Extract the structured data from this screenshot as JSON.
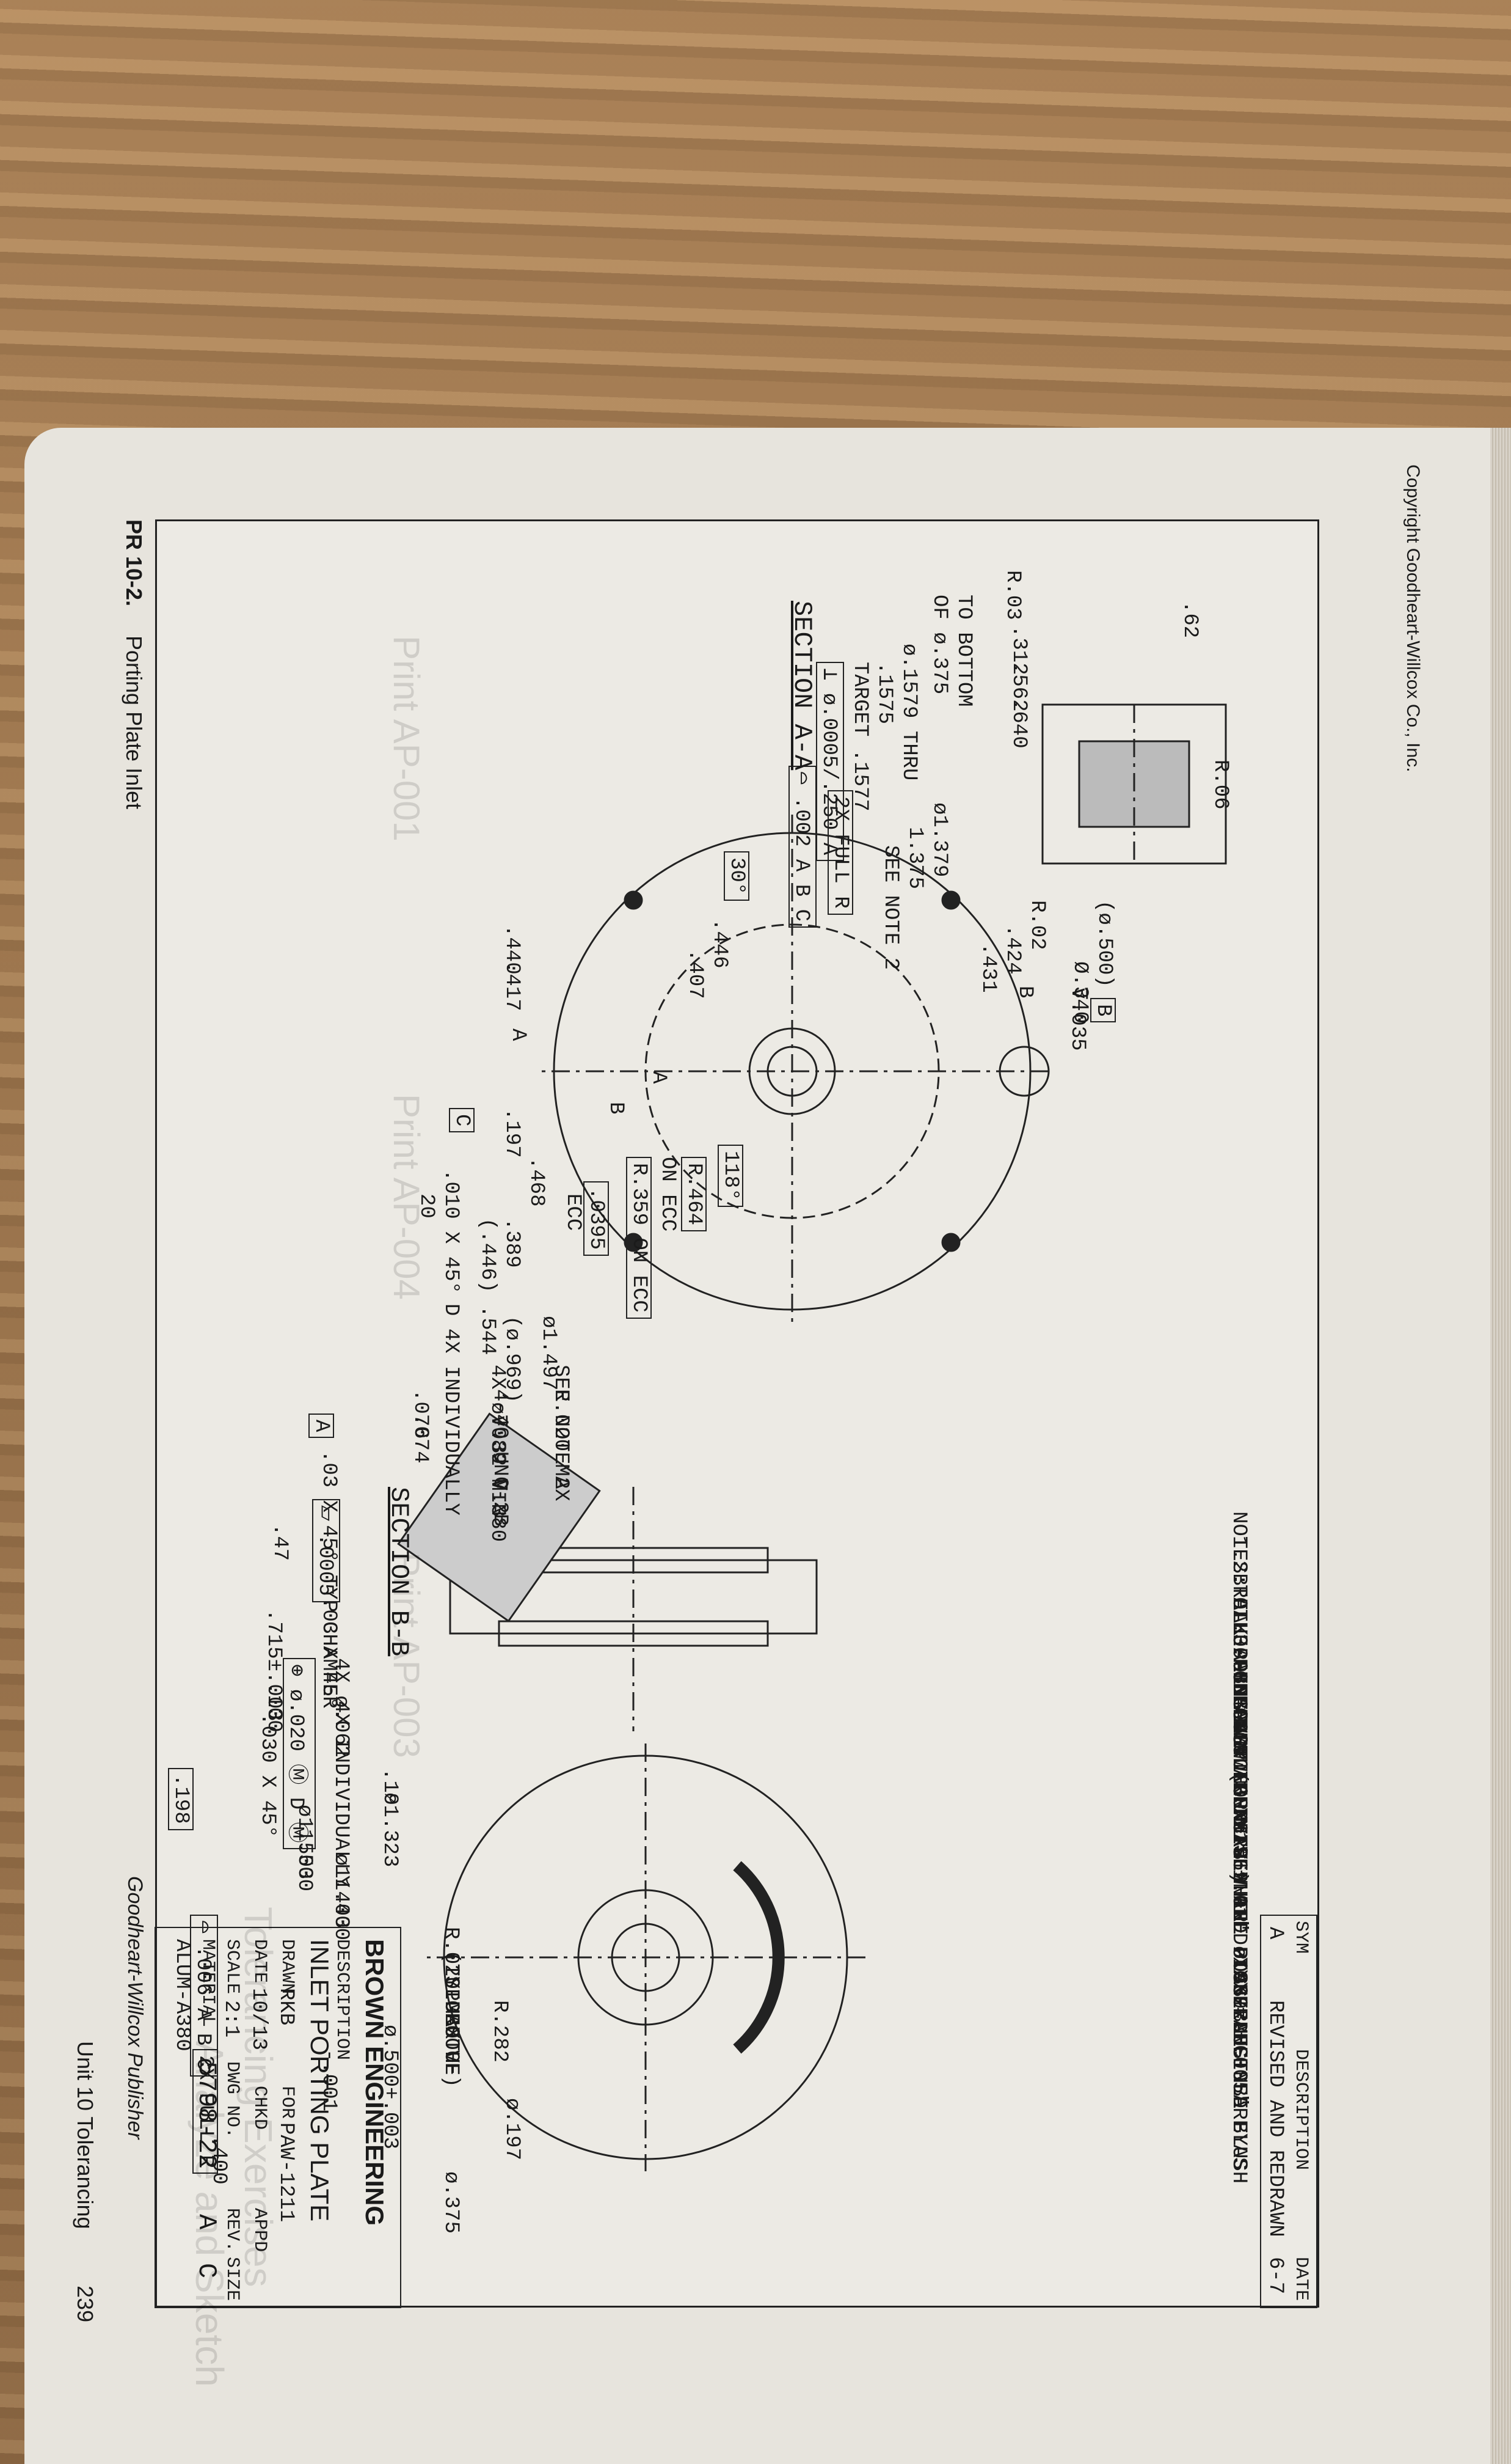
{
  "header": {
    "copyright": "Copyright Goodheart-Willcox Co., Inc.",
    "publisher": "Goodheart-Willcox Publisher",
    "page_number": "239",
    "unit": "Unit 10  Tolerancing",
    "caption_label": "PR 10-2.",
    "caption_text": "Porting Plate Inlet"
  },
  "revisions": {
    "sym_label": "SYM",
    "desc_label": "DESCRIPTION",
    "date_label": "DATE",
    "sym": "A",
    "desc": "REVISED AND REDRAWN",
    "date": "6-7"
  },
  "title_block": {
    "company": "BROWN ENGINEERING",
    "description_label": "DESCRIPTION",
    "description": "INLET PORTING PLATE",
    "drawn_label": "DRAWN",
    "drawn": "RKB",
    "for_label": "FOR",
    "for": "PAW-1211",
    "date_label": "DATE",
    "date": "10/13",
    "chkd_label": "CHKD",
    "appd_label": "APPD",
    "scale_label": "SCALE",
    "scale": "2:1",
    "dwg_label": "DWG NO.",
    "dwg": "5798-22",
    "rev_label": "REV.",
    "rev": "A",
    "size_label": "SIZE",
    "size": "C",
    "material_label": "MATERIAL",
    "material": "ALUM-A380"
  },
  "notes": {
    "title": "NOTES:",
    "n1": "1.  BREAK ALL SHARP CORNERS WHERE POSSIBLE.",
    "n2a": "2.  ALL POINTS LYING WITHIN THE ø.969 MUST BE FLUSH",
    "n2b": "TO .0005 BELOW (CONCAVE) THE PLANE DEFINED BY",
    "n2c": "THE AREA BETWEEN ø.969 AND ø1.377.",
    "n3a": "3.  UNLESS OTHERWISE NOTED TOLERANCES ARE AS",
    "n3b": "FOLLOWS:",
    "n3c": "DECIMAL:  .XX = ±.01\"   .XXX = ±.005\"",
    "n3d": "ANGULAR:  ±1°"
  },
  "section_aa": {
    "label": "SECTION A-A",
    "d62": ".62",
    "r06": "R.06",
    "r03": "R.03",
    "d312": ".312",
    "d562": ".562",
    "d640": ".640",
    "to_bottom": "TO BOTTOM",
    "of375": "OF ø.375",
    "d1579": "ø.1579  THRU",
    "d1575": ".1575",
    "target": "TARGET .1577",
    "perp": "⊥ ø.0005/.250 A",
    "r02": "R.02",
    "p500": "(ø.500)",
    "d424": ".424",
    "d431": ".431",
    "d1379": "ø1.379",
    "d1375": "1.375",
    "see2": "SEE NOTE 2",
    "fullr": "2X FULL R",
    "prof": "⌓ .002 A B C",
    "d340": "Ø.340",
    "d035": "⊽.035",
    "b1": "B",
    "bdat": "B"
  },
  "top_view": {
    "a30": "30°",
    "a118": "118°",
    "d446": ".446",
    "d407": ".407",
    "r464": "R.464",
    "onecc": "ON ECC",
    "r359": "R.359  ON ECC",
    "d0395": ".0395",
    "ecc": "ECC",
    "d468": ".468",
    "d389": ".389",
    "p446": "(.446) .544",
    "d1497": "ø1.497",
    "p969": "(ø.969)",
    "see2": "SEE NOTE 2",
    "r020": "R.020 MAX",
    "d440": ".440",
    "d417": ".417",
    "d197": ".197",
    "cdat": "C",
    "a1": "A",
    "a2": "A",
    "b2": "B",
    "holes": "4X  ø.089  ⊽.380",
    "unc": "4-40 UNC-2B",
    "unc_depth": "⊽.32 MIN",
    "indiv": "D 4X INDIVIDUALLY",
    "chamfer010": ".010 X 45°",
    "d20": "20",
    "chamfer03": ".03 X 45°  TYP"
  },
  "section_bb": {
    "label": "SECTION B-B",
    "d47": ".47",
    "ch": ".03 X 45°",
    "chl": "CHAMFER",
    "h062": "4X ø.062",
    "pos": "⊕ ø.020 Ⓜ D Ⓜ",
    "indiv": "4X INDIVIDUALLY"
  },
  "side_view": {
    "adat": "A",
    "flat": "⏥ .0005",
    "d076": ".076",
    "d074": ".074",
    "d715": ".715±.003",
    "d100": ".100",
    "ch030": ".030 X 45°",
    "d1503": "ø1.503",
    "d1500": "1.500",
    "d1403": "ø1.403",
    "d1400": "1.400",
    "d19": ".19",
    "r020": "R.020 MAX",
    "typ1": "(TYP BOTH",
    "typ2": "SIDES OF",
    "typ3": "GROOVE)",
    "d500": "ø.500+.003",
    "d500b": "-.001"
  },
  "right_view": {
    "d198": ".198",
    "prof": "⌓ .006 A B C",
    "fullr": "2X FULL R",
    "d1323": "ø1.323",
    "r282": "R.282",
    "d197": "ø.197",
    "d375": "ø.375",
    "d400": ".400"
  },
  "backdrop": {
    "a1": "Print AP-001",
    "a2": "Print AP-004",
    "a3": "Print AP-003",
    "a4": "Analyze and Sketch",
    "a5": "Tolerancing Exercises"
  }
}
